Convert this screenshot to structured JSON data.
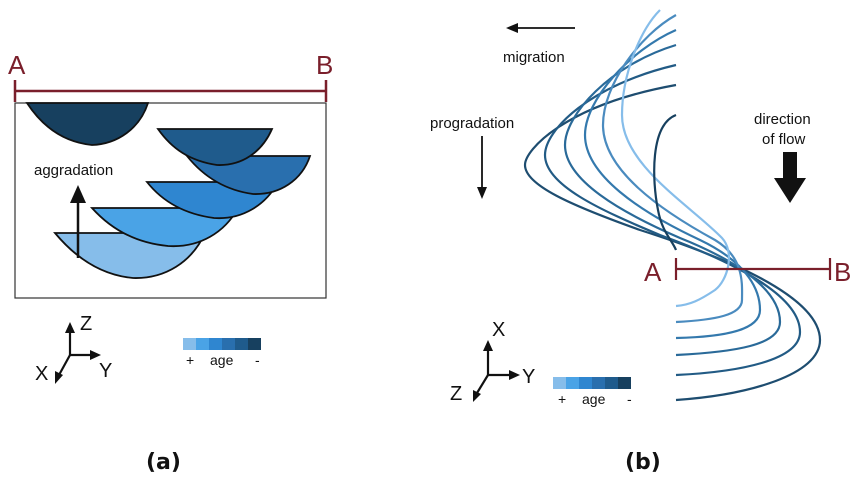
{
  "panel_a": {
    "section_start": "A",
    "section_end": "B",
    "aggradation_label": "aggradation",
    "axes": {
      "z": "Z",
      "x": "X",
      "y": "Y"
    },
    "age_legend": {
      "young": "+",
      "label": "age",
      "old": "-"
    },
    "caption": "(a)"
  },
  "panel_b": {
    "migration_label": "migration",
    "progradation_label": "progradation",
    "flow_label_line1": "direction",
    "flow_label_line2": "of flow",
    "section_start": "A",
    "section_end": "B",
    "axes": {
      "x": "X",
      "y": "Y",
      "z": "Z"
    },
    "age_legend": {
      "young": "+",
      "label": "age",
      "old": "-"
    },
    "caption": "(b)"
  },
  "colors": {
    "section_line": "#7a1f2b",
    "age_ramp": [
      "#86bdea",
      "#4aa3e6",
      "#2f86d0",
      "#296fae",
      "#1f5b8c",
      "#17405f"
    ]
  }
}
